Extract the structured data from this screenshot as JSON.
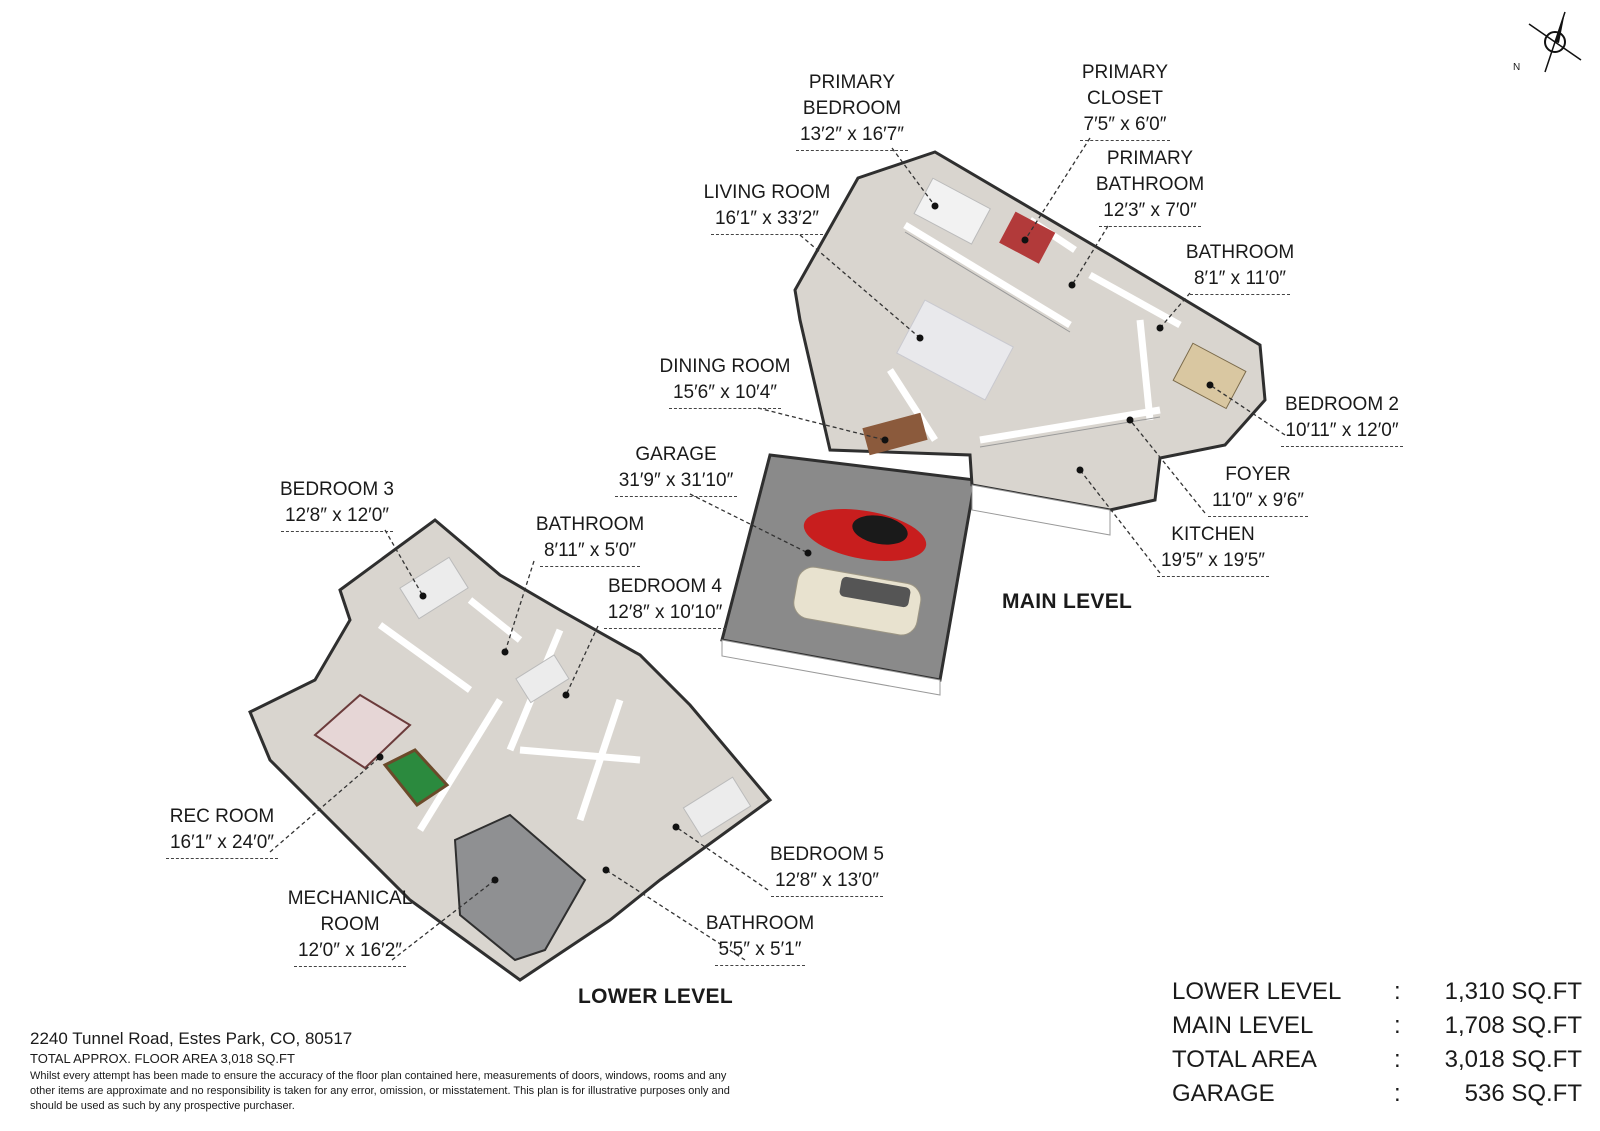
{
  "compass": {
    "north_label": "N"
  },
  "levels": {
    "main": {
      "title": "MAIN LEVEL"
    },
    "lower": {
      "title": "LOWER LEVEL"
    }
  },
  "rooms": {
    "primary_bedroom": {
      "name_line1": "PRIMARY",
      "name_line2": "BEDROOM",
      "dims": "13′2″ x 16′7″"
    },
    "primary_closet": {
      "name_line1": "PRIMARY",
      "name_line2": "CLOSET",
      "dims": "7′5″ x 6′0″"
    },
    "primary_bathroom": {
      "name_line1": "PRIMARY",
      "name_line2": "BATHROOM",
      "dims": "12′3″ x 7′0″"
    },
    "living_room": {
      "name": "LIVING ROOM",
      "dims": "16′1″ x 33′2″"
    },
    "bathroom_main": {
      "name": "BATHROOM",
      "dims": "8′1″ x 11′0″"
    },
    "dining_room": {
      "name": "DINING ROOM",
      "dims": "15′6″ x 10′4″"
    },
    "bedroom_2": {
      "name": "BEDROOM 2",
      "dims": "10′11″ x 12′0″"
    },
    "garage": {
      "name": "GARAGE",
      "dims": "31′9″ x 31′10″"
    },
    "foyer": {
      "name": "FOYER",
      "dims": "11′0″ x 9′6″"
    },
    "kitchen": {
      "name": "KITCHEN",
      "dims": "19′5″ x 19′5″"
    },
    "bedroom_3": {
      "name": "BEDROOM 3",
      "dims": "12′8″ x 12′0″"
    },
    "bathroom_lower_1": {
      "name": "BATHROOM",
      "dims": "8′11″ x 5′0″"
    },
    "bedroom_4": {
      "name": "BEDROOM 4",
      "dims": "12′8″ x 10′10″"
    },
    "rec_room": {
      "name": "REC ROOM",
      "dims": "16′1″ x 24′0″"
    },
    "bedroom_5": {
      "name": "BEDROOM 5",
      "dims": "12′8″ x 13′0″"
    },
    "mechanical_room": {
      "name_line1": "MECHANICAL",
      "name_line2": "ROOM",
      "dims": "12′0″ x 16′2″"
    },
    "bathroom_lower_2": {
      "name": "BATHROOM",
      "dims": "5′5″ x 5′1″"
    }
  },
  "footer": {
    "address": "2240 Tunnel Road, Estes Park, CO, 80517",
    "total": "TOTAL APPROX. FLOOR AREA 3,018 SQ.FT",
    "disclaimer": "Whilst every attempt has been made to ensure the accuracy of the floor plan contained here, measurements of doors, windows, rooms and any other items are approximate and no responsibility is taken for any error, omission, or misstatement. This plan is for illustrative purposes only and should be used as such by any prospective purchaser."
  },
  "areas": [
    {
      "label": "LOWER LEVEL",
      "sep": ":",
      "value": "1,310 SQ.FT"
    },
    {
      "label": "MAIN LEVEL",
      "sep": ":",
      "value": "1,708 SQ.FT"
    },
    {
      "label": "TOTAL AREA",
      "sep": ":",
      "value": "3,018 SQ.FT"
    },
    {
      "label": "GARAGE",
      "sep": ":",
      "value": "536 SQ.FT"
    }
  ],
  "colors": {
    "floor": "#d9d5cf",
    "wall": "#ffffff",
    "wall_shade": "#e8e8e8",
    "wall_dark": "#2f2f2f",
    "garage_floor": "#8a8a8a",
    "car_red": "#c81e1e",
    "car_cream": "#e8e2cf",
    "pool_table": "#2b8a3e"
  }
}
